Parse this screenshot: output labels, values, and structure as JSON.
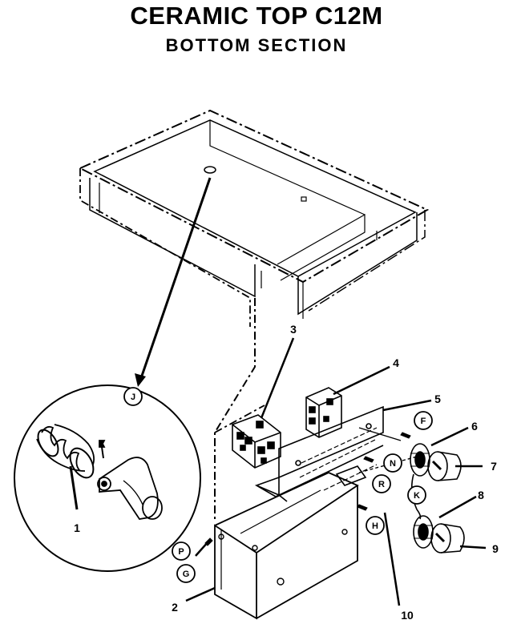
{
  "title": {
    "line1": "CERAMIC TOP C12M",
    "line2": "BOTTOM SECTION"
  },
  "part_numbers": [
    "1",
    "2",
    "3",
    "4",
    "5",
    "6",
    "7",
    "8",
    "9",
    "10"
  ],
  "callouts": [
    "J",
    "F",
    "N",
    "R",
    "H",
    "K",
    "P",
    "G"
  ]
}
